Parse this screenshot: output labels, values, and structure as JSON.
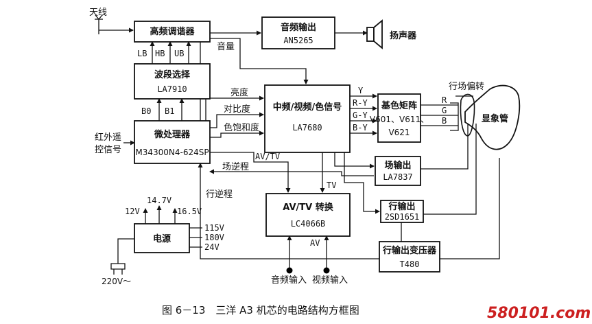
{
  "blocks": {
    "tuner": {
      "l1": "高频调谐器"
    },
    "audio_out": {
      "l1": "音频输出",
      "l2": "AN5265"
    },
    "band": {
      "l1": "波段选择",
      "l2": "LA7910"
    },
    "ifvideo": {
      "l1": "中频/视频/色信号",
      "l2": "LA7680"
    },
    "matrix": {
      "l1": "基色矩阵",
      "l2": "V601、V611、",
      "l3": "V621"
    },
    "mcu": {
      "l1": "微处理器",
      "l2": "M34300N4-624SP"
    },
    "field_out": {
      "l1": "场输出",
      "l2": "LA7837"
    },
    "avtv": {
      "l1": "AV/TV 转换",
      "l2": "LC4066B"
    },
    "line_out": {
      "l1": "行输出",
      "l2": "2SD1651"
    },
    "power": {
      "l1": "电源"
    },
    "fbt": {
      "l1": "行输出变压器",
      "l2": "T480"
    }
  },
  "labels": {
    "antenna": "天线",
    "speaker": "扬声器",
    "volume": "音量",
    "lb": "LB",
    "hb": "HB",
    "ub": "UB",
    "b0": "B0",
    "b1": "B1",
    "brightness": "亮度",
    "contrast": "对比度",
    "saturation": "色饱和度",
    "y": "Y",
    "ry": "R-Y",
    "gy": "G-Y",
    "by": "B-Y",
    "r": "R",
    "g": "G",
    "b": "B",
    "yoke": "行场偏转",
    "crt": "显象管",
    "ir1": "红外遥",
    "ir2": "控信号",
    "av_tv": "AV/TV",
    "field_retrace": "场逆程",
    "tv": "TV",
    "line_retrace": "行逆程",
    "v147": "14.7V",
    "v12": "12V",
    "v165": "16.5V",
    "v115": "115V",
    "v180": "180V",
    "v24": "24V",
    "av": "AV",
    "audio_in": "音频输入",
    "video_in": "视频输入",
    "mains": "220V～"
  },
  "caption": "图 6－13　三洋 A3 机芯的电路结构方框图",
  "watermark": "580101.com",
  "colors": {
    "ink": "#111111",
    "watermark": "#cc1f1f"
  }
}
